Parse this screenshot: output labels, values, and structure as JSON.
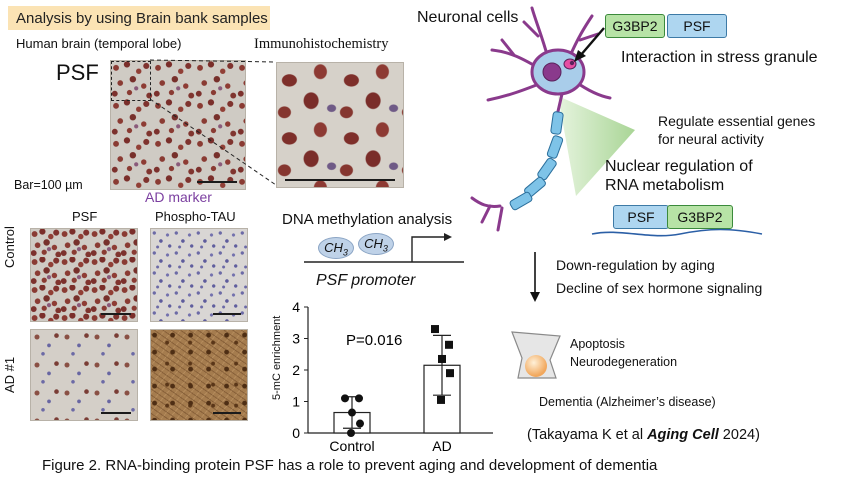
{
  "header": "Analysis by using Brain bank samples",
  "brain_label": "Human brain (temporal lobe)",
  "ihc_label": "Immunohistochemistry",
  "psf_big": "PSF",
  "bar_label": "Bar=100 µm",
  "ad_marker": "AD marker",
  "grid": {
    "col1": "PSF",
    "col2": "Phospho-TAU",
    "row1": "Control",
    "row2": "AD #1"
  },
  "methylation": {
    "title": "DNA methylation analysis",
    "ch3_a": "CH",
    "ch3_b": "CH",
    "ch3_sub": "3",
    "promoter": "PSF promoter"
  },
  "chart_data": {
    "type": "bar",
    "categories": [
      "Control",
      "AD"
    ],
    "values": [
      0.65,
      2.15
    ],
    "error": [
      0.5,
      0.95
    ],
    "points": [
      [
        1.1,
        1.1,
        0.65,
        0.3,
        0.0
      ],
      [
        3.3,
        2.8,
        2.35,
        1.9,
        1.05
      ]
    ],
    "ylabel": "5-mC enrichment",
    "ylim": [
      0,
      4
    ],
    "yticks": [
      0,
      1,
      2,
      3,
      4
    ],
    "annotation": "P=0.016"
  },
  "neuron": {
    "title": "Neuronal cells",
    "pill_g3bp2": "G3BP2",
    "pill_psf": "PSF",
    "interaction": "Interaction in stress granule",
    "regulate_1": "Regulate essential genes",
    "regulate_2": "for neural activity",
    "nuclear_1": "Nuclear regulation of",
    "nuclear_2": "RNA metabolism",
    "rna_psf": "PSF",
    "rna_g3bp2": "G3BP2"
  },
  "aging": {
    "line1": "Down-regulation by aging",
    "line2": "Decline of sex hormone signaling"
  },
  "outcome": {
    "apoptosis": "Apoptosis",
    "neurodegeneration": "Neurodegeneration",
    "dementia": "Dementia (Alzheimer’s disease)"
  },
  "citation": {
    "open": "(Takayama K et al ",
    "journal": "Aging Cell",
    "close": " 2024)"
  },
  "caption": "Figure 2. RNA-binding protein PSF has a role to prevent aging and development of dementia",
  "colors": {
    "accent_purple": "#7b3fa0",
    "pill_blue": "#aed6f0",
    "pill_green": "#b7e3a6",
    "neuron_blue": "#a9cdea",
    "neuron_purple": "#8a3a8c"
  }
}
